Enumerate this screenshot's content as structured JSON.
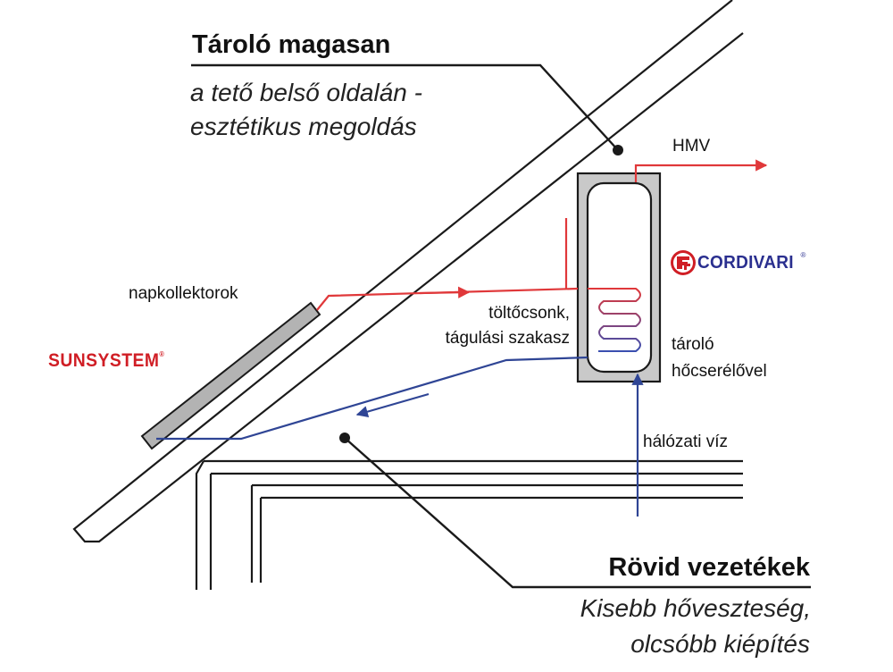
{
  "top_callout": {
    "title": "Tároló magasan",
    "subtitle_line1": "a tető belső oldalán -",
    "subtitle_line2": "esztétikus megoldás"
  },
  "bottom_callout": {
    "title": "Rövid vezetékek",
    "subtitle_line1": "Kisebb hőveszteség,",
    "subtitle_line2": "olcsóbb kiépítés"
  },
  "labels": {
    "hmv": "HMV",
    "collectors": "napkollektorok",
    "fill_line1": "töltőcsonk,",
    "fill_line2": "tágulási szakasz",
    "tank_line1": "tároló",
    "tank_line2": "hőcserélővel",
    "network_water": "hálózati víz"
  },
  "logos": {
    "sunsystem": "SUNSYSTEM",
    "sunsystem_reg": "®",
    "cordivari": "CORDIVARI",
    "cordivari_reg": "®"
  },
  "colors": {
    "hot_line": "#e0383a",
    "cold_line": "#2f4595",
    "structure": "#1a1a1a",
    "collector_fill": "#b3b3b3",
    "tank_fill": "#c9c9c9",
    "sunsystem_brand": "#d01e25",
    "cordivari_brand": "#2a2f8f"
  }
}
